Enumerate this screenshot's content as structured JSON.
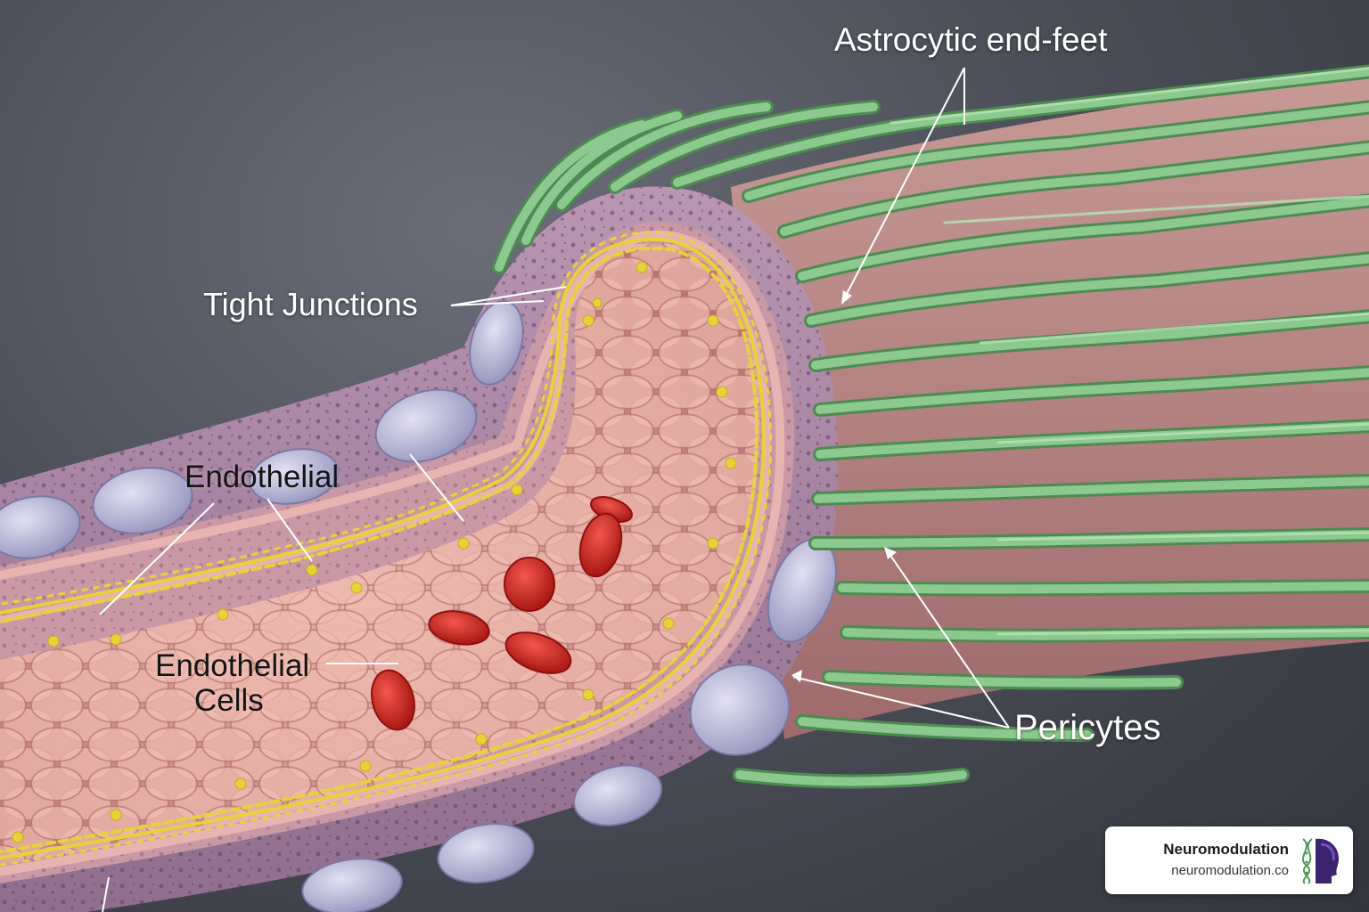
{
  "labels": {
    "astrocytic_end_feet": "Astrocytic end-feet",
    "tight_junctions": "Tight Junctions",
    "endothelial": "Endothelial",
    "endothelial_cells_line1": "Endothelial",
    "endothelial_cells_line2": "Cells",
    "pericytes": "Pericytes"
  },
  "brand": {
    "name": "Neuromodulation",
    "url": "neuromodulation.co"
  },
  "colors": {
    "astrocyte_green": "#86c088",
    "vessel_wall_mauve": "#a784a2",
    "lumen_pink": "#d99890",
    "tight_junction_yellow": "#e8d23a",
    "red_blood_cell": "#c8201c",
    "pericyte_lavender": "#b9b7d6"
  },
  "icons": {
    "brand_logo": "dna-head-icon"
  }
}
